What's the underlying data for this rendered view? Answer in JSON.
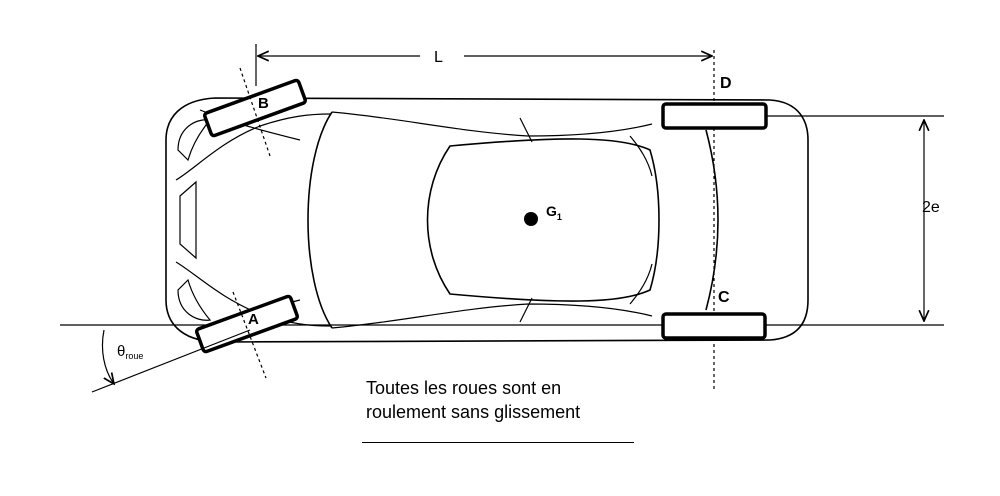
{
  "labels": {
    "dimension_L": "L",
    "wheel_B": "B",
    "wheel_A": "A",
    "wheel_C": "C",
    "wheel_D": "D",
    "center_G": "G",
    "center_G_sub": "1",
    "dimension_2e": "2e",
    "angle_theta": "θ",
    "angle_theta_sub": "roue"
  },
  "caption": {
    "line1": "Toutes les roues sont en",
    "line2": "roulement sans glissement"
  }
}
